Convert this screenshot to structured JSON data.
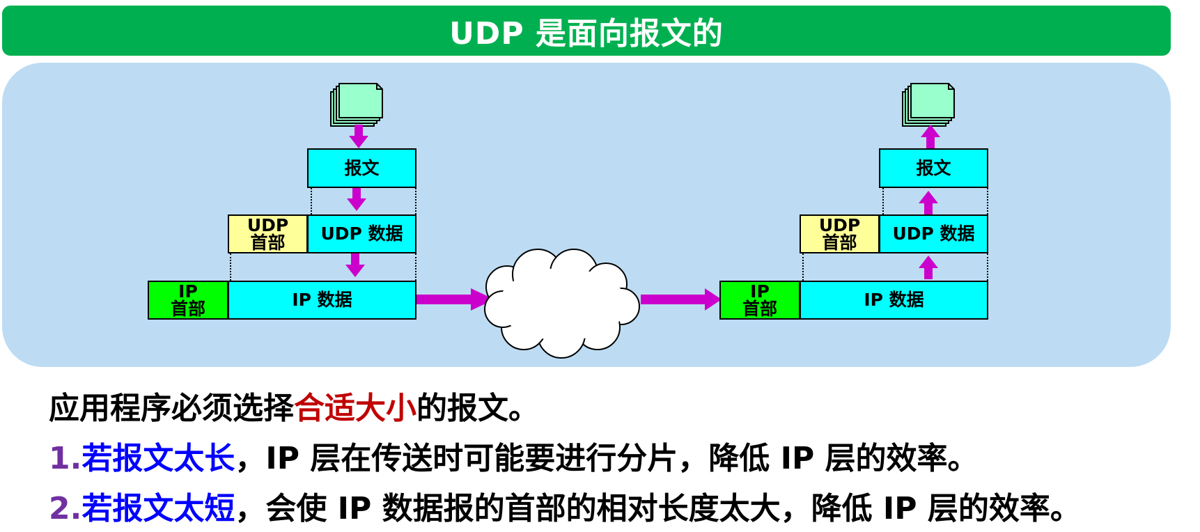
{
  "title": "UDP 是面向报文的",
  "diagram": {
    "sender": {
      "message": "报文",
      "udp_header": "UDP\n首部",
      "udp_data": "UDP 数据",
      "ip_header": "IP\n首部",
      "ip_data": "IP 数据"
    },
    "receiver": {
      "message": "报文",
      "udp_header": "UDP\n首部",
      "udp_data": "UDP 数据",
      "ip_header": "IP\n首部",
      "ip_data": "IP 数据"
    },
    "colors": {
      "title_bar": "#00b050",
      "panel": "#bddcf3",
      "message_box": "#00ffff",
      "udp_header": "#ffff99",
      "ip_header": "#00ff00",
      "arrow": "#cc00cc",
      "document": "#99ffcc"
    }
  },
  "text": {
    "line1": {
      "prefix": "应用程序必须选择",
      "highlight": "合适大小",
      "suffix": "的报文。"
    },
    "line2": {
      "number": "1.",
      "highlight": "若报文太长",
      "rest": "，IP 层在传送时可能要进行分片，降低 IP 层的效率。"
    },
    "line3": {
      "number": "2.",
      "highlight": "若报文太短",
      "rest": "，会使 IP 数据报的首部的相对长度太大，降低 IP 层的效率。"
    }
  }
}
